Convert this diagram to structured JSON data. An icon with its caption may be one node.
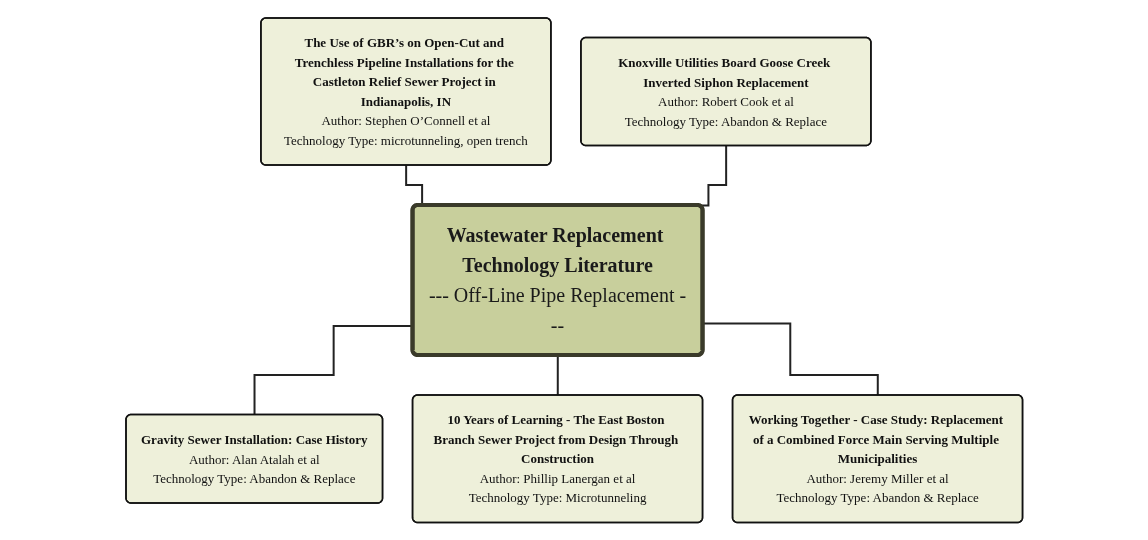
{
  "diagram": {
    "nodes": [
      {
        "text": [
          "Wastewater Replacement Technology Literature",
          "--- Off-Line Pipe Replacement ---"
        ]
      },
      {
        "text": [
          "The Use of GBR’s on Open-Cut and Trenchless Pipeline Installations for the Castleton Relief Sewer Project in Indianapolis, IN",
          "Author: Stephen O’Connell et al",
          "Technology Type: microtunneling, open trench"
        ]
      },
      {
        "text": [
          "Knoxville Utilities Board Goose Creek Inverted Siphon Replacement",
          "Author: Robert Cook et al",
          "Technology Type: Abandon & Replace"
        ]
      },
      {
        "text": [
          "Gravity Sewer Installation: Case History",
          "Author: Alan Atalah et al",
          "Technology Type: Abandon & Replace"
        ]
      },
      {
        "text": [
          "10 Years of Learning - The East Boston Branch Sewer Project from Design Through Construction",
          "Author: Phillip Lanergan et al",
          "Technology Type: Microtunneling"
        ]
      },
      {
        "text": [
          "Working Together - Case Study: Replacement of a Combined Force Main Serving Multiple Municipalities",
          "Author: Jeremy Miller et al",
          "Technology Type: Abandon & Replace"
        ]
      }
    ],
    "edges": [
      {
        "from": 1,
        "to": 0,
        "arrow": "none"
      },
      {
        "from": 2,
        "to": 0,
        "arrow": "none"
      },
      {
        "from": 0,
        "to": 3,
        "arrow": "none"
      },
      {
        "from": 0,
        "to": 4,
        "arrow": "none"
      },
      {
        "from": 0,
        "to": 5,
        "arrow": "none"
      }
    ]
  }
}
